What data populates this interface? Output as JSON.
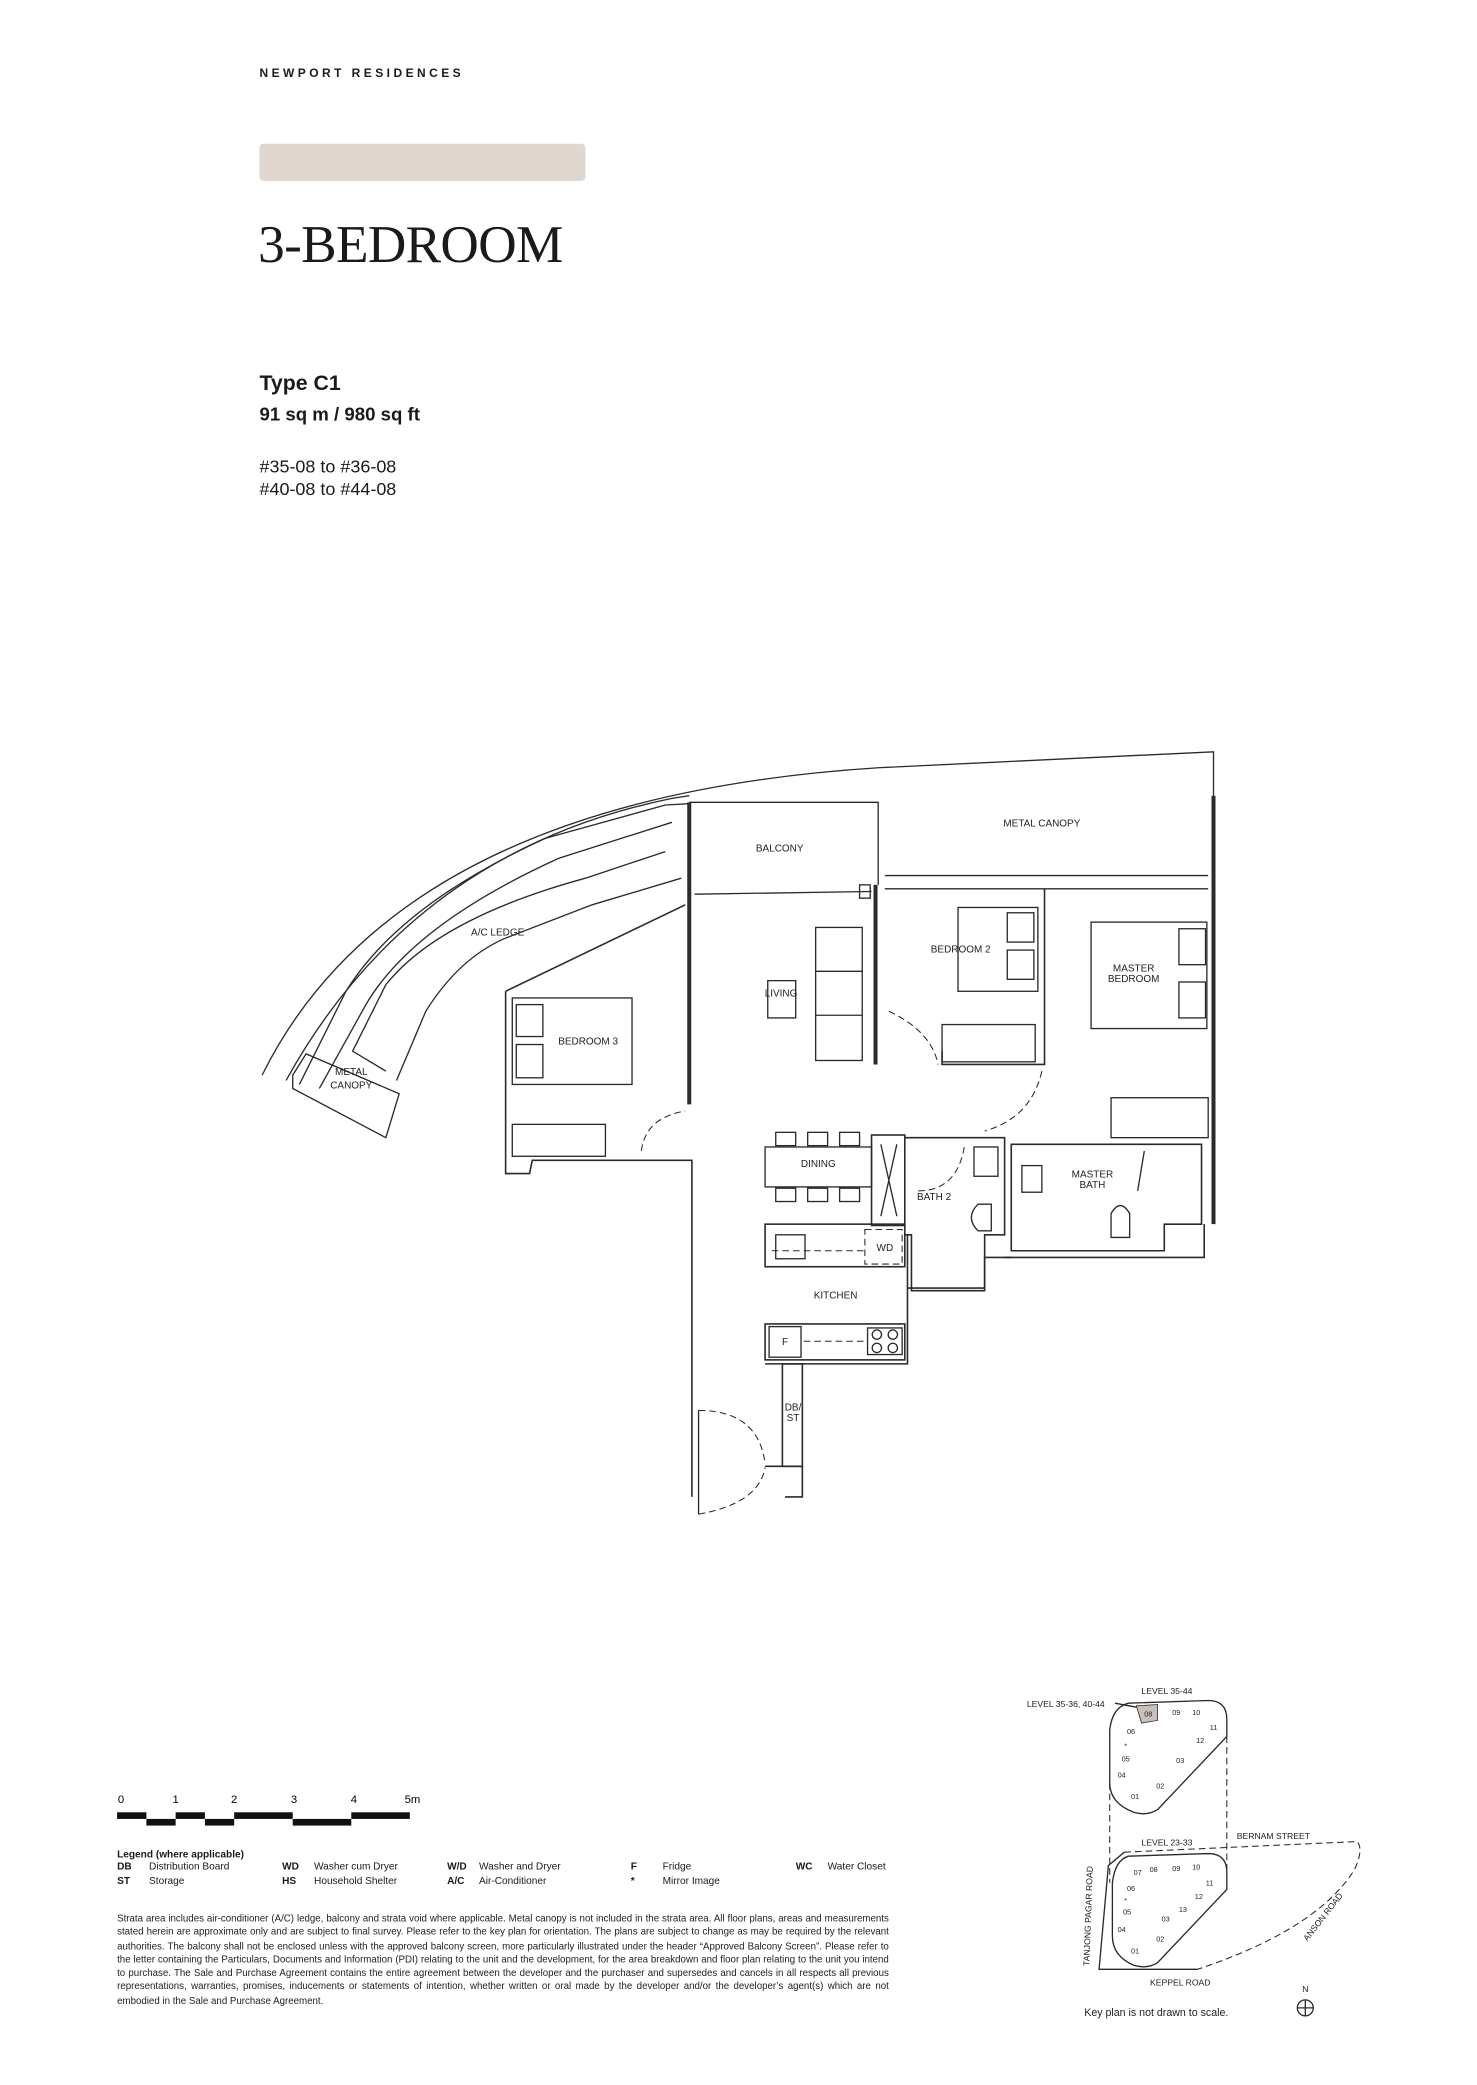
{
  "header": {
    "brand": "NEWPORT RESIDENCES",
    "title": "3-BEDROOM"
  },
  "unit": {
    "type": "Type C1",
    "area": "91 sq m / 980 sq ft",
    "stacks": [
      "#35-08 to #36-08",
      "#40-08 to #44-08"
    ]
  },
  "floor_plan": {
    "rooms": {
      "metal_canopy_top": "METAL CANOPY",
      "balcony": "BALCONY",
      "ac_ledge": "A/C LEDGE",
      "living": "LIVING",
      "bedroom2": "BEDROOM 2",
      "master_bedroom_1": "MASTER",
      "master_bedroom_2": "BEDROOM",
      "bedroom3": "BEDROOM 3",
      "metal_canopy_left_1": "METAL",
      "metal_canopy_left_2": "CANOPY",
      "dining": "DINING",
      "bath2": "BATH 2",
      "master_bath_1": "MASTER",
      "master_bath_2": "BATH",
      "wd": "WD",
      "kitchen": "KITCHEN",
      "fridge": "F",
      "dbst_1": "DB/",
      "dbst_2": "ST"
    }
  },
  "scale_bar": {
    "ticks": [
      "0",
      "1",
      "2",
      "3",
      "4",
      "5m"
    ]
  },
  "legend": {
    "title": "Legend (where applicable)",
    "items": [
      {
        "key": "DB",
        "value": "Distribution Board"
      },
      {
        "key": "WD",
        "value": "Washer cum Dryer"
      },
      {
        "key": "W/D",
        "value": "Washer and Dryer"
      },
      {
        "key": "F",
        "value": "Fridge"
      },
      {
        "key": "WC",
        "value": "Water Closet"
      },
      {
        "key": "ST",
        "value": "Storage"
      },
      {
        "key": "HS",
        "value": "Household Shelter"
      },
      {
        "key": "A/C",
        "value": "Air-Conditioner"
      },
      {
        "key": "*",
        "value": "Mirror Image"
      }
    ]
  },
  "disclaimer": "Strata area includes air-conditioner (A/C) ledge, balcony and strata void where applicable. Metal canopy is not included in the strata area. All floor plans, areas and measurements stated herein are approximate only and are subject to final survey. Please refer to the key plan for orientation. The plans are subject to change as may be required by the relevant authorities. The balcony shall not be enclosed unless with the approved balcony screen, more particularly illustrated under the header “Approved Balcony Screen”. Please refer to the letter containing the Particulars, Documents and Information (PDI) relating to the unit and the development, for the area breakdown and floor plan relating to the unit you intend to purchase. The Sale and Purchase Agreement contains the entire agreement between the developer and the purchaser and supersedes and cancels in all respects all previous representations, warranties, promises, inducements or statements of intention, whether written or oral made by the developer and/or the developer’s agent(s) which are not embodied in the Sale and Purchase Agreement.",
  "key_plan": {
    "level_upper": "LEVEL  35-44",
    "level_highlight": "LEVEL 35-36, 40-44",
    "level_lower": "LEVEL  23-33",
    "upper_units": [
      "08",
      "09",
      "10",
      "11",
      "12",
      "06",
      "*",
      "05",
      "04",
      "03",
      "02",
      "01"
    ],
    "lower_units": [
      "07",
      "08",
      "09",
      "10",
      "11",
      "12",
      "06",
      "*",
      "05",
      "04",
      "13",
      "03",
      "02",
      "01"
    ],
    "roads": {
      "bernam": "BERNAM STREET",
      "tanjong": "TANJONG PAGAR ROAD",
      "anson": "ANSON ROAD",
      "keppel": "KEPPEL ROAD"
    },
    "north": "N",
    "note": "Key plan is not drawn to scale.",
    "highlight_color": "#cbbfb9"
  },
  "colors": {
    "accent_bar": "#e0d7d1"
  }
}
